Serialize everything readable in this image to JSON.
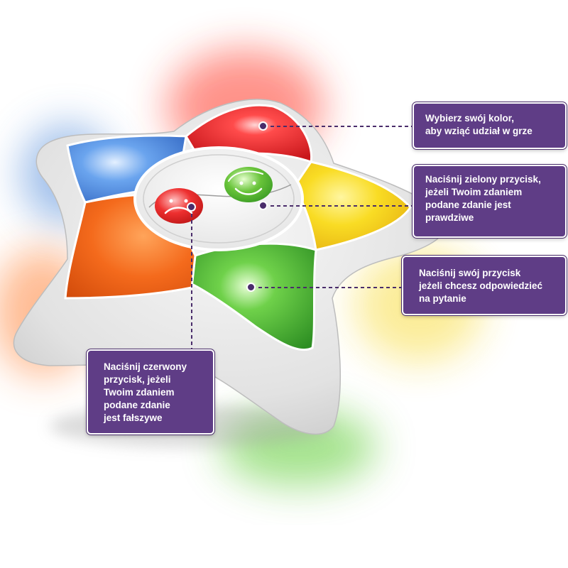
{
  "callouts": {
    "choose_color": "Wybierz swój kolor,\naby wziąć udział w grze",
    "green_button": "Naciśnij zielony przycisk,\njeżeli Twoim zdaniem\npodane zdanie jest\nprawdziwe",
    "own_button": "Naciśnij swój przycisk\njeżeli chcesz odpowiedzieć\nna pytanie",
    "red_button": "Naciśnij czerwony\nprzycisk, jeżeli\nTwoim zdaniem\npodane zdanie\njest fałszywe"
  },
  "colors": {
    "callout_bg": "#5f3d86",
    "red_segment": "#e8262a",
    "yellow_segment": "#f6d21a",
    "green_segment": "#4cb832",
    "orange_segment": "#f26a1b",
    "blue_segment": "#3f7fd6",
    "star_body": "#e4e4e4"
  },
  "icons": [
    "happy-face-icon",
    "sad-face-icon"
  ]
}
